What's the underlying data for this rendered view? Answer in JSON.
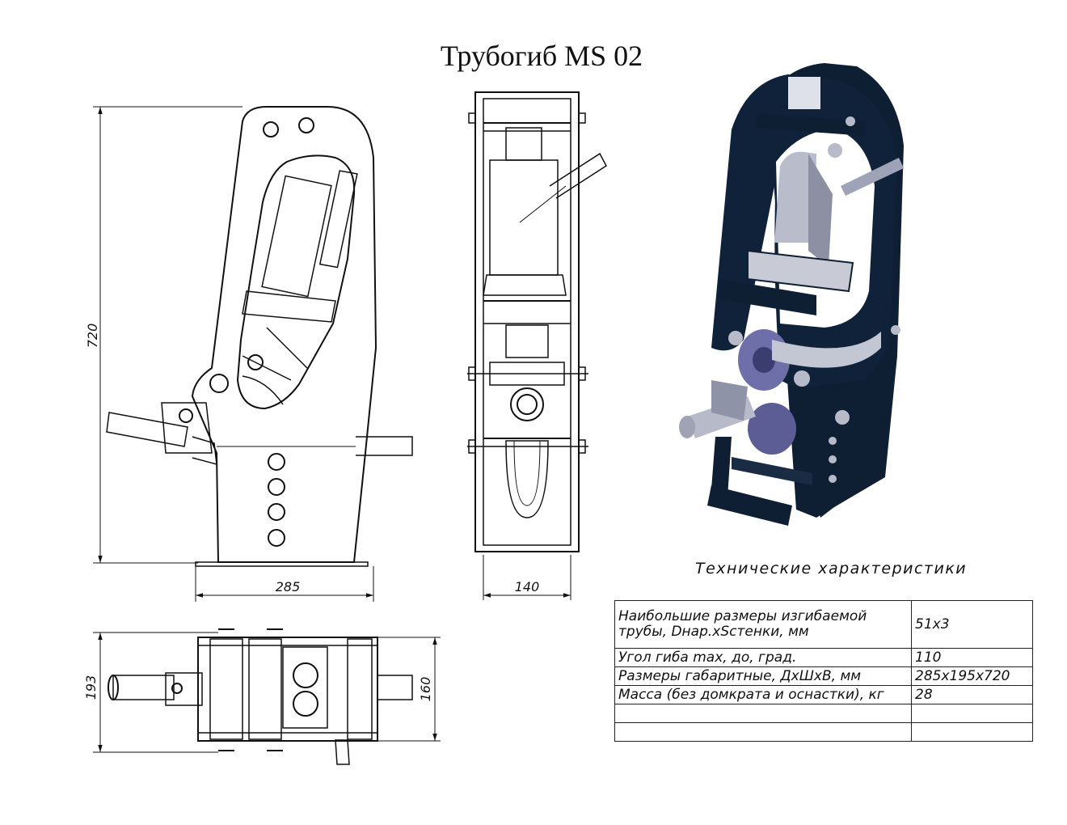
{
  "title": "Трубогиб MS 02",
  "dimensions": {
    "height": "720",
    "width_front": "285",
    "width_side": "140",
    "depth_top": "193",
    "depth_base": "160"
  },
  "specs": {
    "heading": "Технические характеристики",
    "rows": [
      {
        "label": "Наибольшие размеры изгибаемой трубы, Dнар.xSстенки, мм",
        "value": "51x3"
      },
      {
        "label": "Угол гиба max, до, град.",
        "value": "110"
      },
      {
        "label": "Размеры габаритные, ДxШxВ, мм",
        "value": "285x195x720"
      },
      {
        "label": "Масса (без домкрата и оснастки), кг",
        "value": "28"
      },
      {
        "label": "",
        "value": ""
      },
      {
        "label": "",
        "value": ""
      }
    ]
  },
  "colors": {
    "line": "#111111",
    "frame_3d": "#0f1f33",
    "jack_3d": "#b9bccb",
    "roller_3d": "#6e6fa8"
  }
}
